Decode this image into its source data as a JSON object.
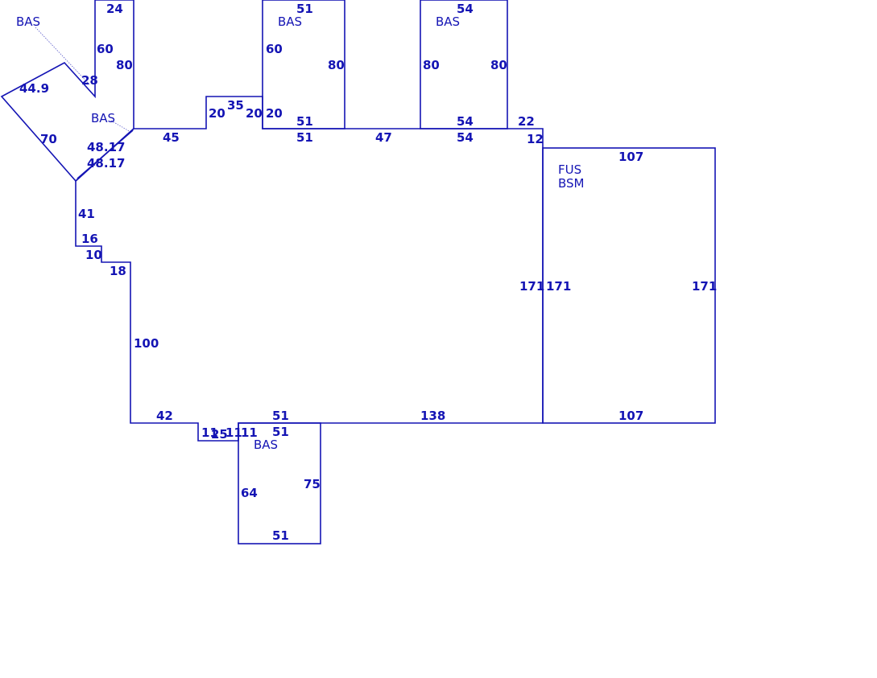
{
  "area_labels": {
    "bas_top_left": "BAS",
    "bas_overlap": "BAS",
    "bas_mid": "BAS",
    "bas_right": "BAS",
    "bas_bottom": "BAS",
    "fus": "FUS",
    "bsm": "BSM"
  },
  "dimensions": {
    "d24": "24",
    "d60a": "60",
    "d80a": "80",
    "d28": "28",
    "d44_9": "44.9",
    "d70": "70",
    "d48_17a": "48.17",
    "d48_17b": "48.17",
    "d45": "45",
    "d20a": "20",
    "d35": "35",
    "d20b": "20",
    "d20c": "20",
    "d51_top": "51",
    "d60b": "60",
    "d80b": "80",
    "d51_mid_a": "51",
    "d51_mid_b": "51",
    "d47": "47",
    "d54_top": "54",
    "d80c": "80",
    "d80d": "80",
    "d54_mid_a": "54",
    "d54_mid_b": "54",
    "d22": "22",
    "d12": "12",
    "d107_top": "107",
    "d171a": "171",
    "d171b": "171",
    "d171c": "171",
    "d41": "41",
    "d16": "16",
    "d10": "10",
    "d18": "18",
    "d100": "100",
    "d42": "42",
    "d11a": "11",
    "d25": "25",
    "d11b": "11",
    "d11c": "11",
    "d51_bot_a": "51",
    "d51_bot_b": "51",
    "d138": "138",
    "d107_bot": "107",
    "d64": "64",
    "d75": "75",
    "d51_bot_c": "51"
  }
}
